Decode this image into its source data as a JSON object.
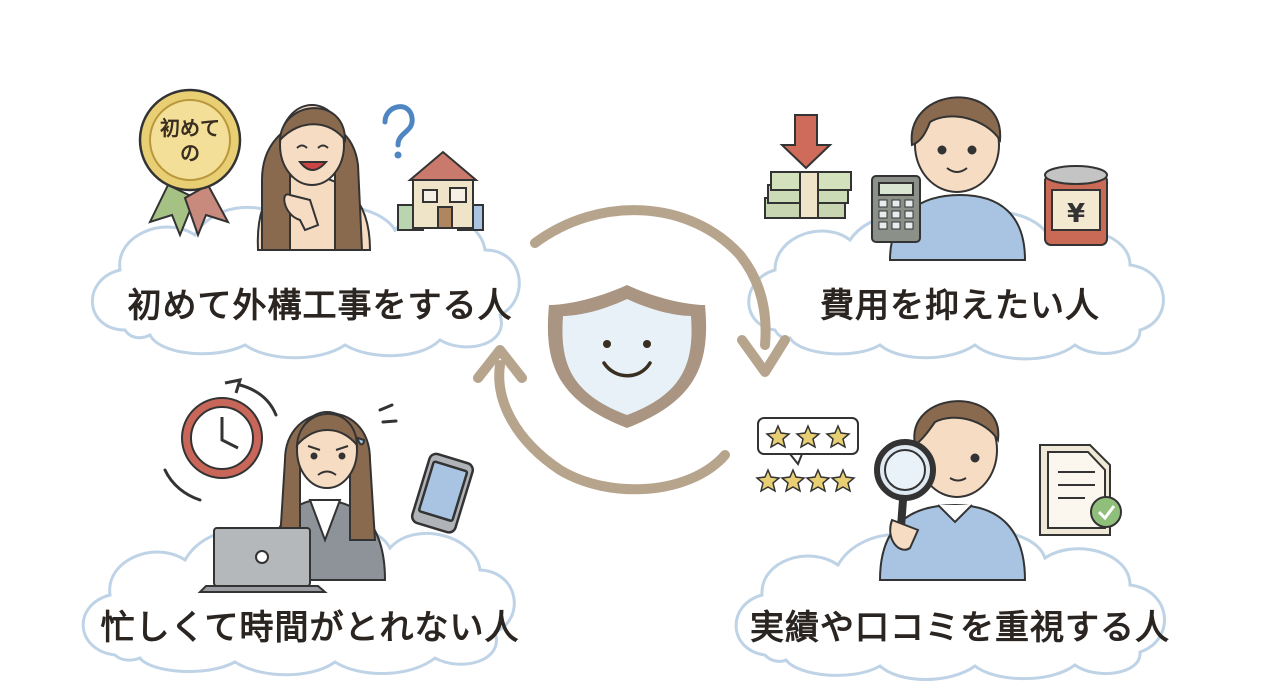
{
  "center": {
    "icon": "shield-smile-icon",
    "cycle_icon": "cycle-arrows-icon"
  },
  "personas": [
    {
      "label": "初めて外構工事をする人",
      "badge_text": [
        "初めて",
        "の"
      ],
      "icons": [
        "first-time-badge-icon",
        "smiling-woman-icon",
        "question-mark-icon",
        "house-icon"
      ]
    },
    {
      "label": "費用を抑えたい人",
      "icons": [
        "down-arrow-money-icon",
        "man-with-calculator-icon",
        "savings-can-icon"
      ]
    },
    {
      "label": "忙しくて時間がとれない人",
      "icons": [
        "clock-icon",
        "worried-woman-laptop-icon",
        "smartphone-icon"
      ]
    },
    {
      "label": "実績や口コミを重視する人",
      "icons": [
        "star-rating-icon",
        "man-with-magnifier-icon",
        "checked-document-icon"
      ]
    }
  ],
  "colors": {
    "cloud_stroke": "#bfd3e6",
    "arrow": "#b7a48d",
    "shield_outer": "#a99582",
    "shield_inner": "#e8f1f8",
    "label_text": "#2b2522",
    "gold": "#e9cf74",
    "skin": "#f6dcc3",
    "hair_brown": "#8a6a4f",
    "blue_shirt": "#a9c4e2"
  }
}
